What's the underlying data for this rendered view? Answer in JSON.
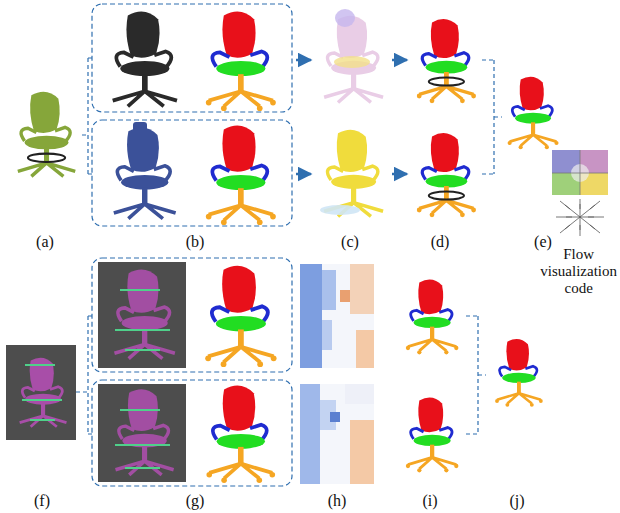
{
  "diagram": {
    "labels": [
      "(a)",
      "(b)",
      "(c)",
      "(d)",
      "(e)",
      "(f)",
      "(g)",
      "(h)",
      "(i)",
      "(j)",
      "Flow visualization code"
    ]
  }
}
